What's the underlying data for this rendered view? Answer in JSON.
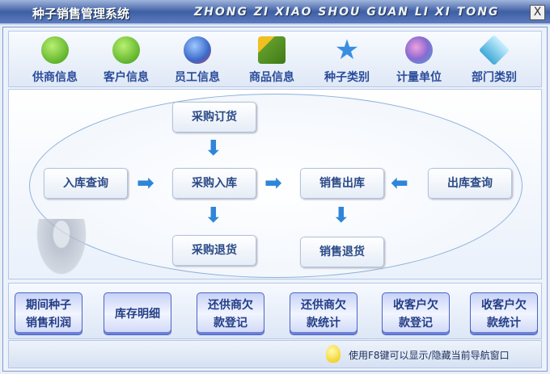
{
  "window": {
    "title": "种子销售管理系统",
    "subtitle": "ZHONG ZI XIAO SHOU GUAN LI XI TONG",
    "close": "X"
  },
  "toolbar": [
    {
      "label": "供商信息",
      "icon": "supplier-icon",
      "color": "#5fbf20"
    },
    {
      "label": "客户信息",
      "icon": "customer-icon",
      "color": "#5fbf20"
    },
    {
      "label": "员工信息",
      "icon": "employee-icon",
      "color": "#4a8ad8"
    },
    {
      "label": "商品信息",
      "icon": "product-icon",
      "color": "#5f9c2a"
    },
    {
      "label": "种子类别",
      "icon": "star-icon",
      "color": "#3a8ee0"
    },
    {
      "label": "计量单位",
      "icon": "unit-icon",
      "color": "#8a6ad0"
    },
    {
      "label": "部门类别",
      "icon": "department-icon",
      "color": "#40a8d8"
    }
  ],
  "flow": {
    "purchase_order": "采购订货",
    "stock_in_query": "入库查询",
    "purchase_in": "采购入库",
    "sales_out": "销售出库",
    "stock_out_query": "出库查询",
    "purchase_return": "采购退货",
    "sales_return": "销售退货"
  },
  "bottom": [
    {
      "l1": "期间种子",
      "l2": "销售利润"
    },
    {
      "l1": "库存明细",
      "l2": ""
    },
    {
      "l1": "还供商欠",
      "l2": "款登记"
    },
    {
      "l1": "还供商欠",
      "l2": "款统计"
    },
    {
      "l1": "收客户欠",
      "l2": "款登记"
    },
    {
      "l1": "收客户欠",
      "l2": "款统计"
    }
  ],
  "status": "使用F8键可以显示/隐藏当前导航窗口"
}
